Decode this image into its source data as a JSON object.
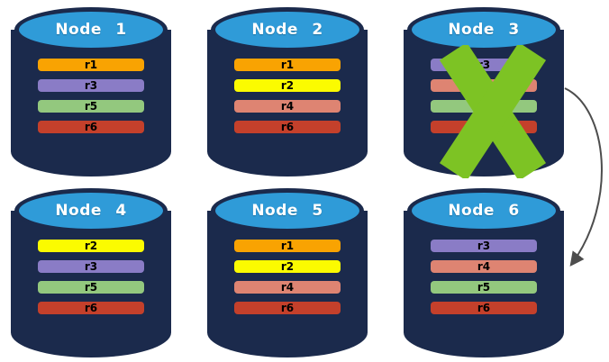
{
  "diagram_type": "database-replication-failover",
  "row_colors": {
    "r1": "#F9A302",
    "r2": "#FBFB00",
    "r3": "#8A7CC6",
    "r4": "#DE8472",
    "r5": "#93C87E",
    "r6": "#C4402B"
  },
  "nodes": [
    {
      "title": "Node 1",
      "rows": [
        "r1",
        "r3",
        "r5",
        "r6"
      ],
      "failed": false
    },
    {
      "title": "Node 2",
      "rows": [
        "r1",
        "r2",
        "r4",
        "r6"
      ],
      "failed": false
    },
    {
      "title": "Node 3",
      "rows": [
        "r3",
        "r4",
        "r5",
        "r6"
      ],
      "failed": true
    },
    {
      "title": "Node 4",
      "rows": [
        "r2",
        "r3",
        "r5",
        "r6"
      ],
      "failed": false
    },
    {
      "title": "Node 5",
      "rows": [
        "r1",
        "r2",
        "r4",
        "r6"
      ],
      "failed": false
    },
    {
      "title": "Node 6",
      "rows": [
        "r3",
        "r4",
        "r5",
        "r6"
      ],
      "failed": false
    }
  ],
  "x_mark": {
    "node": "Node 3",
    "color": "#7DC324"
  },
  "arrow": {
    "from": "Node 3",
    "to": "Node 6",
    "color": "#4D4D4D"
  },
  "colors": {
    "cylinder_body": "#1B2A4C",
    "cylinder_top": "#2F9BD8",
    "node_title_text": "#FFFFFF",
    "row_label_text": "#000000",
    "background": "#FFFFFF"
  }
}
